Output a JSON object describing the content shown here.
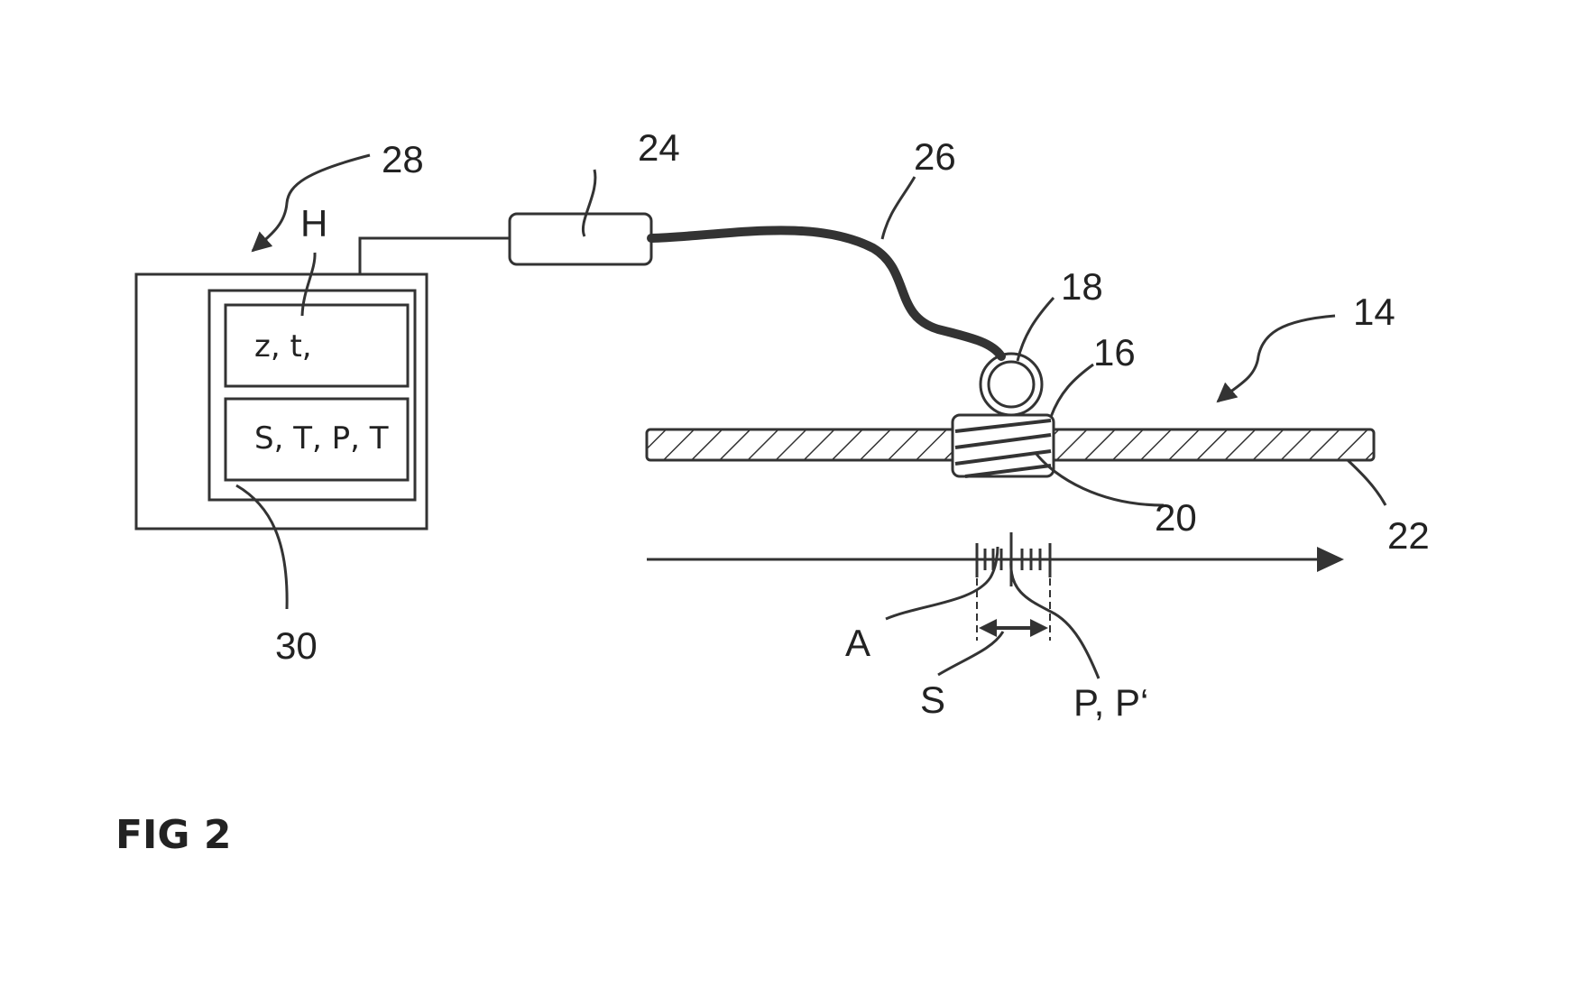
{
  "figure": {
    "caption": "FIG 2",
    "references": {
      "r28": "28",
      "r24": "24",
      "r26": "26",
      "r18": "18",
      "r16": "16",
      "r14": "14",
      "r20": "20",
      "r22": "22",
      "r30": "30",
      "rH": "H",
      "rA": "A",
      "rS": "S",
      "rP": "P, P‘"
    },
    "display": {
      "upper_cell": "z, t,",
      "lower_cell": "S, T, P, T"
    }
  }
}
